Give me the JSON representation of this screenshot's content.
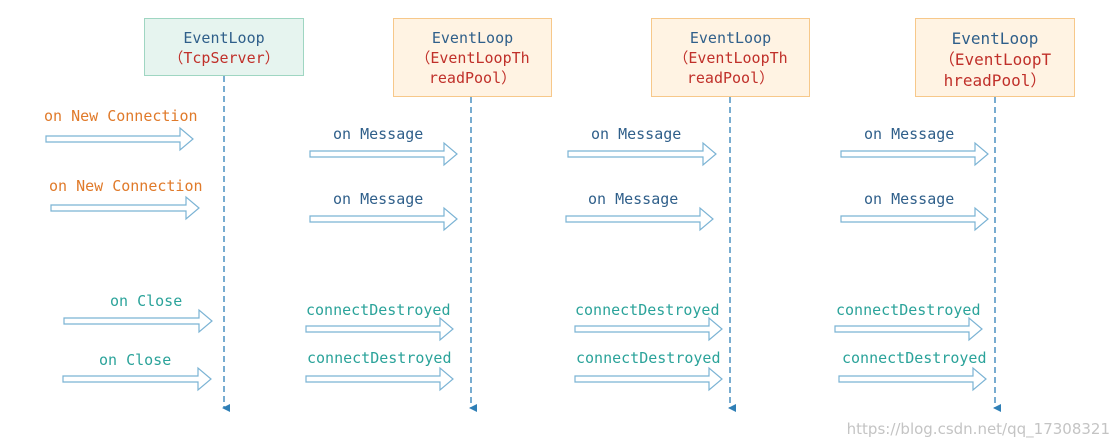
{
  "columns": [
    {
      "title": "EventLoop",
      "subtitle": "（TcpServer）"
    },
    {
      "title": "EventLoop",
      "subtitle": "（EventLoopTh\nreadPool）"
    },
    {
      "title": "EventLoop",
      "subtitle": "（EventLoopTh\nreadPool）"
    },
    {
      "title": "EventLoop",
      "subtitle": "（EventLoopT\nhreadPool）"
    }
  ],
  "events": {
    "new_connection": "on New Connection",
    "message": "on Message",
    "close": "on Close",
    "destroyed": "connectDestroyed"
  },
  "colors": {
    "title": "#2f5f8a",
    "subtitle": "#c0302a",
    "new_connection": "#e07a2a",
    "message": "#2f5f8a",
    "close_destroyed": "#2ba39a",
    "arrow": "#7bb3d4",
    "lifeline": "#2f7fb6"
  },
  "watermark": "https://blog.csdn.net/qq_17308321"
}
